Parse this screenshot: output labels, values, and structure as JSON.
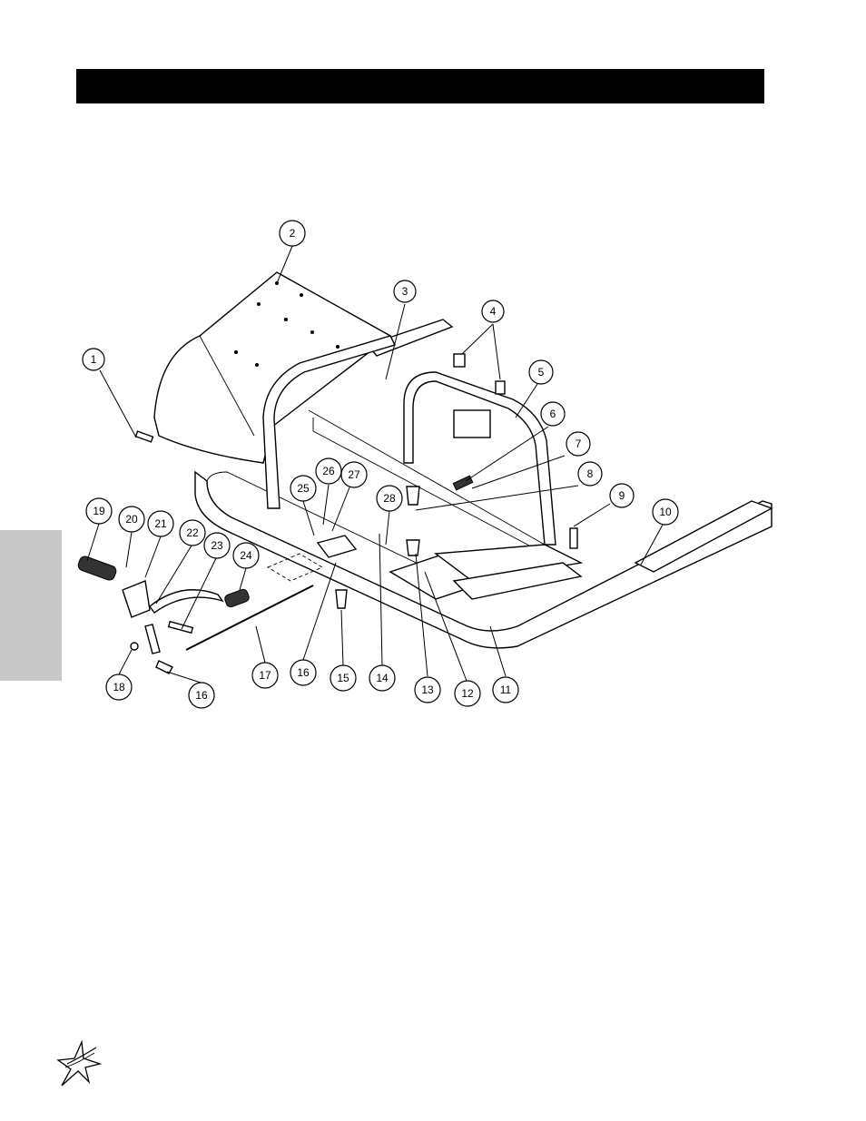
{
  "header": {
    "title": ""
  },
  "colors": {
    "header_bar": "#000000",
    "side_tab": "#c8c8c8"
  },
  "callouts": [
    "1",
    "2",
    "3",
    "4",
    "5",
    "6",
    "7",
    "8",
    "9",
    "10",
    "11",
    "12",
    "13",
    "14",
    "15",
    "16",
    "16",
    "17",
    "18",
    "19",
    "20",
    "21",
    "22",
    "23",
    "24",
    "25",
    "26",
    "27",
    "28"
  ],
  "logo": {
    "icon": "star-swoosh-icon"
  }
}
